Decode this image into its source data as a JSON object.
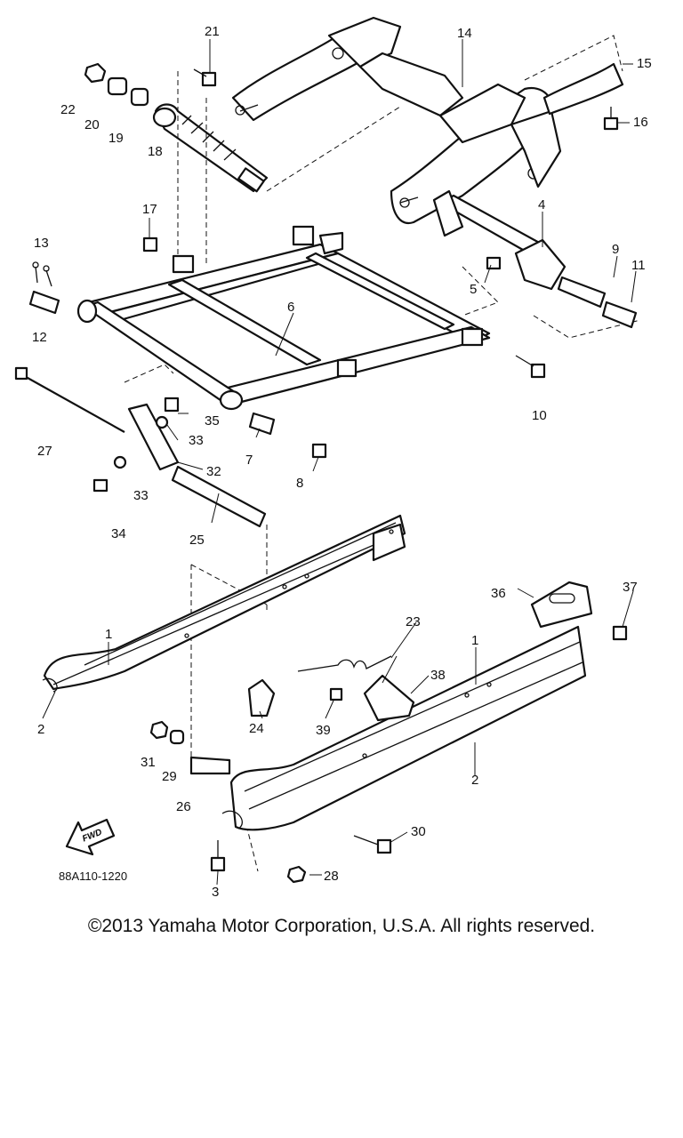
{
  "diagram": {
    "drawing_code": "88A110-1220",
    "fwd_label": "FWD",
    "callouts": [
      {
        "id": "21",
        "label": "21"
      },
      {
        "id": "14",
        "label": "14"
      },
      {
        "id": "15",
        "label": "15"
      },
      {
        "id": "16",
        "label": "16"
      },
      {
        "id": "22",
        "label": "22"
      },
      {
        "id": "20",
        "label": "20"
      },
      {
        "id": "19",
        "label": "19"
      },
      {
        "id": "18",
        "label": "18"
      },
      {
        "id": "17",
        "label": "17"
      },
      {
        "id": "4",
        "label": "4"
      },
      {
        "id": "13",
        "label": "13"
      },
      {
        "id": "9",
        "label": "9"
      },
      {
        "id": "11",
        "label": "11"
      },
      {
        "id": "5",
        "label": "5"
      },
      {
        "id": "6",
        "label": "6"
      },
      {
        "id": "12",
        "label": "12"
      },
      {
        "id": "10",
        "label": "10"
      },
      {
        "id": "35",
        "label": "35"
      },
      {
        "id": "33a",
        "label": "33"
      },
      {
        "id": "27",
        "label": "27"
      },
      {
        "id": "7",
        "label": "7"
      },
      {
        "id": "32",
        "label": "32"
      },
      {
        "id": "33b",
        "label": "33"
      },
      {
        "id": "8",
        "label": "8"
      },
      {
        "id": "34",
        "label": "34"
      },
      {
        "id": "25",
        "label": "25"
      },
      {
        "id": "36",
        "label": "36"
      },
      {
        "id": "37",
        "label": "37"
      },
      {
        "id": "1a",
        "label": "1"
      },
      {
        "id": "23",
        "label": "23"
      },
      {
        "id": "1b",
        "label": "1"
      },
      {
        "id": "38",
        "label": "38"
      },
      {
        "id": "2a",
        "label": "2"
      },
      {
        "id": "24",
        "label": "24"
      },
      {
        "id": "39",
        "label": "39"
      },
      {
        "id": "31",
        "label": "31"
      },
      {
        "id": "29",
        "label": "29"
      },
      {
        "id": "2b",
        "label": "2"
      },
      {
        "id": "26",
        "label": "26"
      },
      {
        "id": "30",
        "label": "30"
      },
      {
        "id": "28",
        "label": "28"
      },
      {
        "id": "3",
        "label": "3"
      }
    ]
  },
  "footer": {
    "copyright": "©2013 Yamaha Motor Corporation, U.S.A. All rights reserved."
  }
}
